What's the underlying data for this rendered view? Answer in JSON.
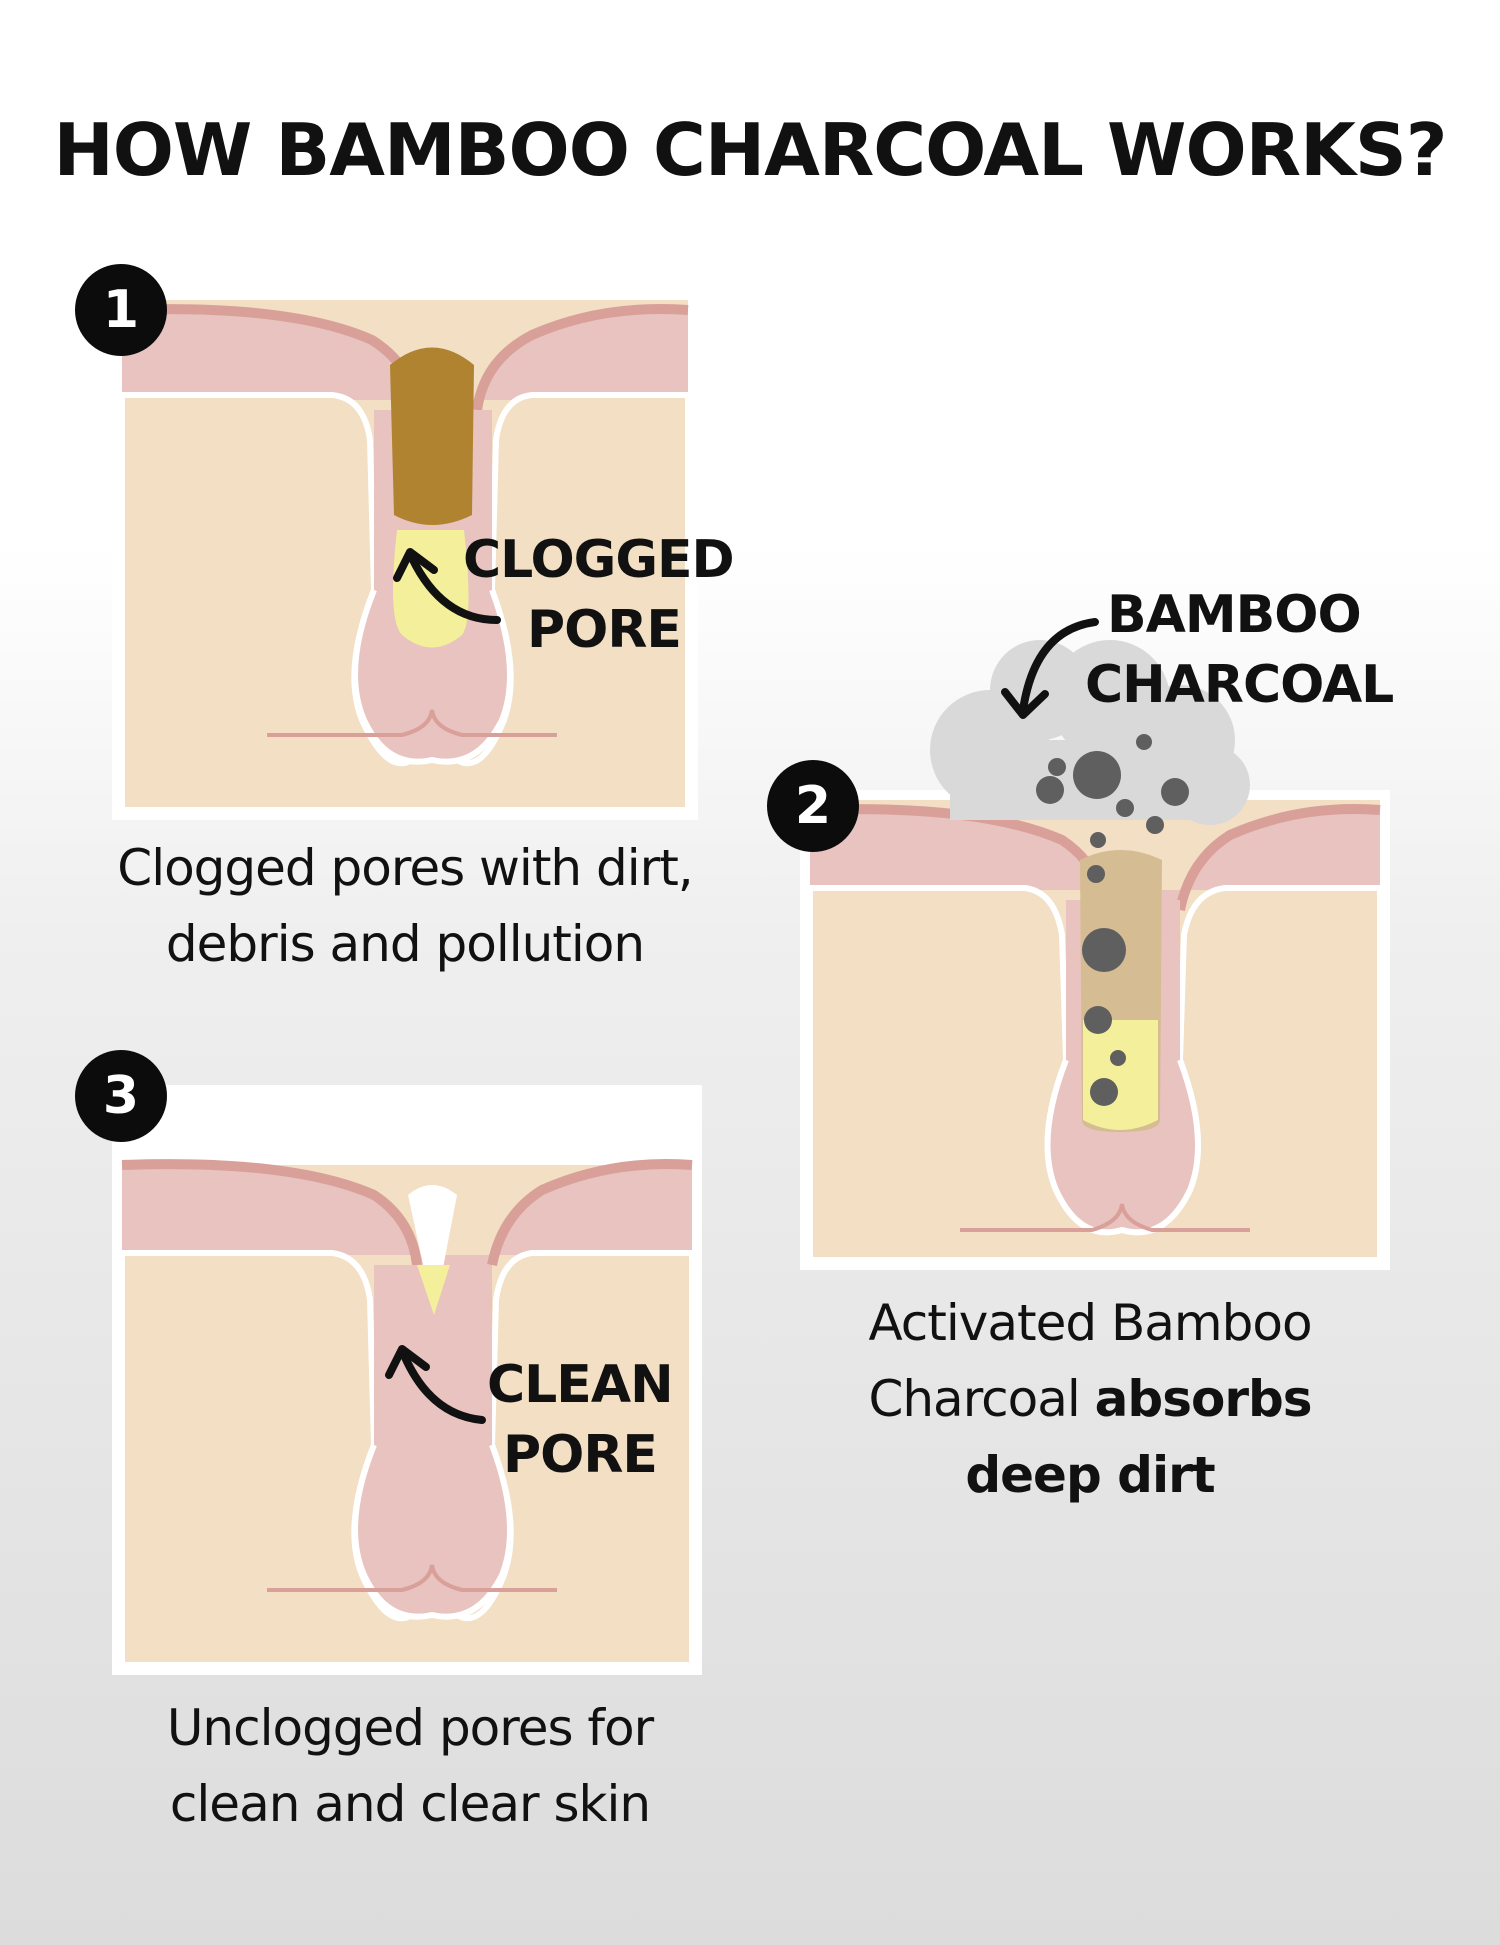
{
  "title": "HOW BAMBOO CHARCOAL WORKS?",
  "colors": {
    "skin_base": "#f2dfc4",
    "skin_top": "#e8c3bf",
    "skin_edge": "#d9a09a",
    "follicle": "#e8c3bf",
    "dirt": "#b08330",
    "sebum": "#f4ef9a",
    "charcoal": "#5f5f5f",
    "cloud": "#d6d6d6",
    "badge": "#0c0c0c"
  },
  "steps": [
    {
      "number": "1",
      "label_line1": "CLOGGED",
      "label_line2": "PORE",
      "caption_line1": "Clogged pores with dirt,",
      "caption_line2": "debris and pollution"
    },
    {
      "number": "2",
      "label_line1": "BAMBOO",
      "label_line2": "CHARCOAL",
      "caption_line1": "Activated Bamboo",
      "caption_line2_regular": "Charcoal ",
      "caption_line2_bold": "absorbs",
      "caption_line3_bold": "deep dirt"
    },
    {
      "number": "3",
      "label_line1": "CLEAN",
      "label_line2": "PORE",
      "caption_line1": "Unclogged pores for",
      "caption_line2": "clean and clear skin"
    }
  ]
}
